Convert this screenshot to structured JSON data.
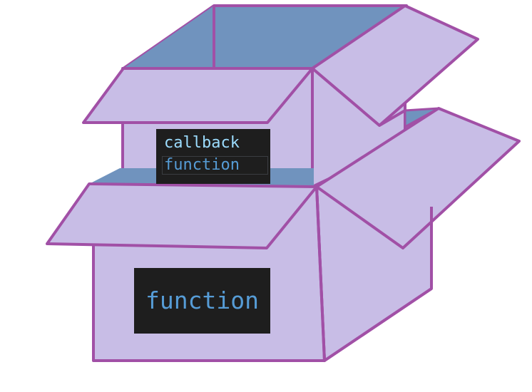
{
  "inner_box": {
    "label_line1": "callback",
    "label_line2": "function"
  },
  "outer_box": {
    "label": "function"
  },
  "colors": {
    "box_fill": "#c8bde6",
    "box_stroke": "#a150a6",
    "box_inside": "#7093be",
    "label_bg": "#1e1e1e",
    "callback_text": "#9cdcfe",
    "function_text": "#569cd6"
  }
}
